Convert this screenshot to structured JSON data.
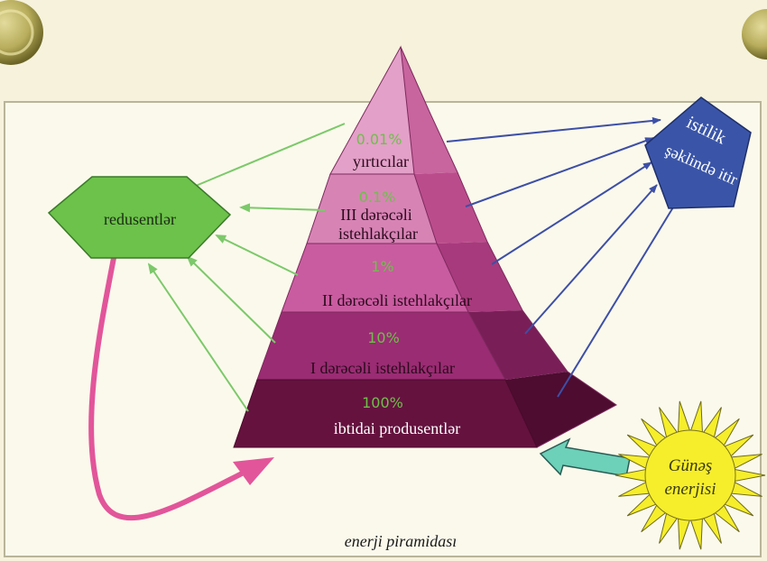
{
  "caption": "enerji piramidası",
  "levels": [
    {
      "percent": "0.01%",
      "label": "yırtıcılar"
    },
    {
      "percent": "0.1%",
      "label_line1": "III dərəcəli",
      "label_line2": "istehlakçılar"
    },
    {
      "percent": "1%",
      "label": "II dərəcəli istehlakçılar"
    },
    {
      "percent": "10%",
      "label": "I dərəcəli istehlakçılar"
    },
    {
      "percent": "100%",
      "label": "ibtidai produsentlər"
    }
  ],
  "reducers": {
    "label": "redusentlər"
  },
  "heat_loss": {
    "line1": "istilik",
    "line2": "şəklində itir"
  },
  "sun": {
    "line1": "Günəş",
    "line2": "enerjisi"
  },
  "colors": {
    "background": "#f6f2dc",
    "frame": "#b9b59a",
    "level_fronts": [
      "#e3a0c8",
      "#d784b5",
      "#c95ca0",
      "#9a2c73",
      "#65123f"
    ],
    "level_sides": [
      "#c8649e",
      "#bb4c8c",
      "#a73a7c",
      "#7a1e58",
      "#4d0c30"
    ],
    "percent_text": "#6fbf4a",
    "reducers_fill": "#6cc24a",
    "heat_fill": "#3a55a8",
    "blue_arrow": "#3d4fa6",
    "green_arrow": "#7cc96a",
    "pink_arrow": "#e2559a",
    "sun_fill": "#f6ee2a",
    "sun_arrow": "#6dd0b8"
  }
}
